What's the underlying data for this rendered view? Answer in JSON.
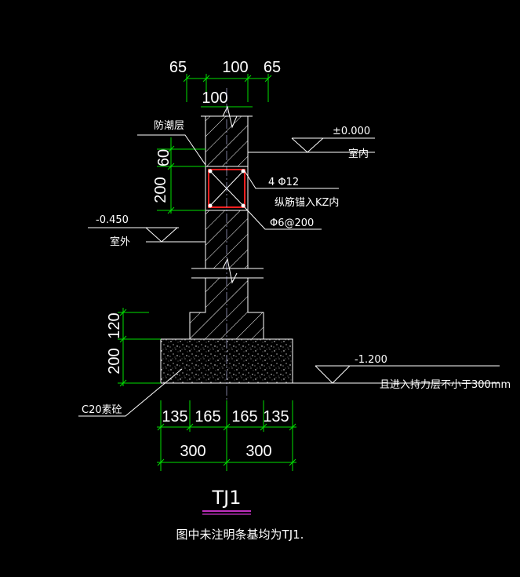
{
  "dimensions_top": {
    "left": "65",
    "middle": "100",
    "right": "65",
    "wall": "100"
  },
  "dimensions_left": {
    "d60": "60",
    "d200a": "200",
    "d120": "120",
    "d200b": "200"
  },
  "dimensions_bottom": {
    "b135a": "135",
    "b165a": "165",
    "b165b": "165",
    "b135b": "135",
    "b300a": "300",
    "b300b": "300"
  },
  "labels": {
    "damp_proof": "防潮层",
    "elev_indoor": "±0.000",
    "indoor": "室内",
    "rebar_main": "4 Φ12",
    "rebar_anchor": "纵筋锚入KZ内",
    "stirrup": "Φ6@200",
    "elev_outdoor": "-0.450",
    "outdoor": "室外",
    "elev_bottom": "-1.200",
    "bearing_note": "且进入持力层不小于300mm",
    "concrete": "C20素砼"
  },
  "title": "TJ1",
  "footnote": "图中未注明条基均为TJ1.",
  "colors": {
    "background": "#000000",
    "dimension": "#00e000",
    "outline": "#ffffff",
    "rebar": "#ff2020",
    "title_underline": "#ff40ff"
  }
}
